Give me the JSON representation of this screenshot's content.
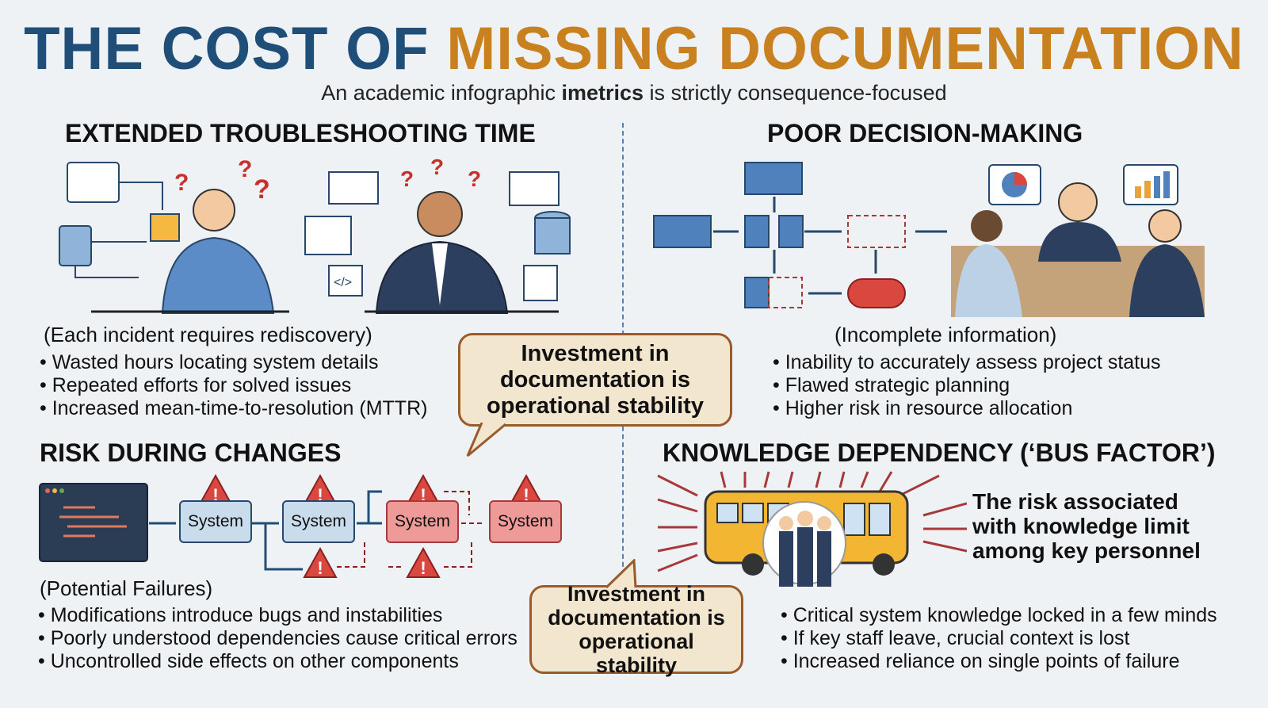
{
  "title": {
    "part1": "THE COST OF",
    "part2": "MISSING DOCUMENTATION"
  },
  "subtitle": {
    "pre": "An academic infographic ",
    "bold": "imetrics",
    "post": " is strictly consequence-focused"
  },
  "sections": {
    "troubleshooting": {
      "heading": "EXTENDED TROUBLESHOOTING TIME",
      "subheading": "(Each incident requires rediscovery)",
      "bullets": [
        "Wasted hours locating system details",
        "Repeated efforts for solved issues",
        "Increased mean-time-to-resolution (MTTR)"
      ]
    },
    "decision": {
      "heading": "POOR DECISION-MAKING",
      "subheading": "(Incomplete information)",
      "bullets": [
        "Inability to accurately assess project status",
        "Flawed strategic planning",
        "Higher risk in resource allocation"
      ]
    },
    "risk": {
      "heading": "RISK DURING CHANGES",
      "subheading": "(Potential Failures)",
      "system_label": "System",
      "bullets": [
        "Modifications introduce bugs and instabilities",
        "Poorly understood dependencies cause critical errors",
        "Uncontrolled side effects on other components"
      ]
    },
    "knowledge": {
      "heading": "KNOWLEDGE DEPENDENCY (‘BUS FACTOR’)",
      "description": "The risk associated with knowledge limit among key personnel",
      "bullets": [
        "Critical system knowledge locked in a few minds",
        "If key staff leave, crucial context is lost",
        "Increased reliance on single points of failure"
      ]
    }
  },
  "callouts": [
    "Investment in documentation is operational stability",
    "Investment in documentation is operational stability"
  ],
  "colors": {
    "navy": "#1f4e79",
    "orange": "#c8811e",
    "callout_bg": "#f3e6cf",
    "alert": "#c9302c"
  }
}
